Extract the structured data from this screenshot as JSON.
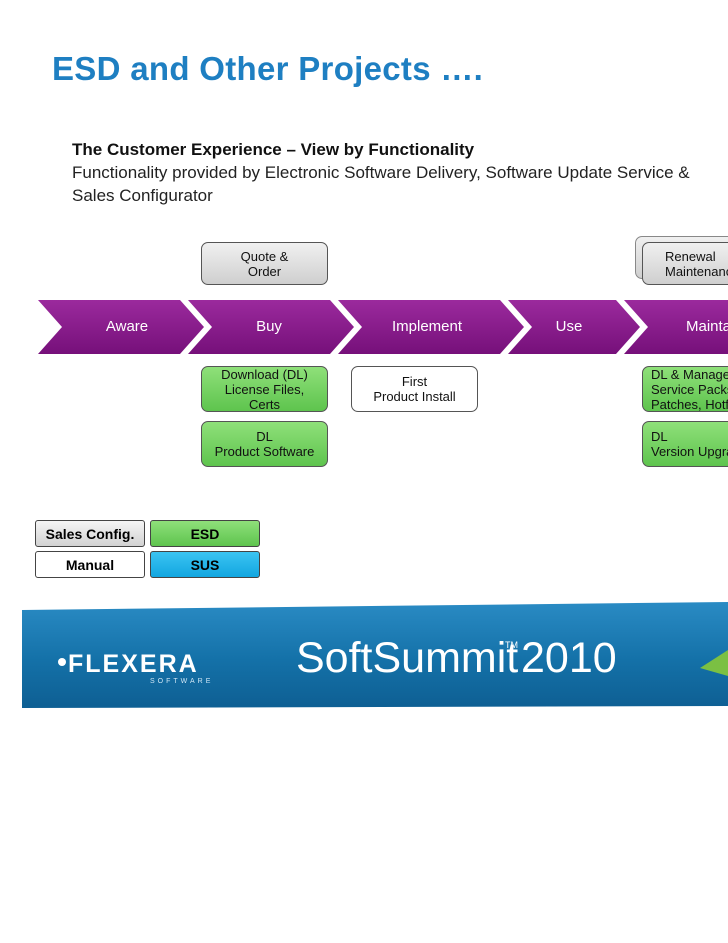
{
  "slide": {
    "title": "ESD and Other Projects ….",
    "heading": "The Customer Experience – View by Functionality",
    "line1": "Functionality provided by Electronic Software Delivery, Software Update Service &",
    "line2": "Sales Configurator"
  },
  "top_boxes": {
    "quote_order": "Quote &\nOrder",
    "renewal": "Renewal\nMaintenance"
  },
  "stages": [
    "Aware",
    "Buy",
    "Implement",
    "Use",
    "Maintain"
  ],
  "bottom_boxes": {
    "download_license": "Download (DL)\nLicense Files,\nCerts",
    "first_install": "First\nProduct Install",
    "dl_service": "DL & Manage\nService Packs,\nPatches, Hotfixes",
    "dl_product": "DL\nProduct Software",
    "dl_version": "DL\nVersion Upgrades"
  },
  "legend": {
    "sales_config": "Sales Config.",
    "esd": "ESD",
    "manual": "Manual",
    "sus": "SUS"
  },
  "footer": {
    "logo": "FLEXERA",
    "logo_sub": "SOFTWARE",
    "event": "SoftSummit",
    "tm": "TM",
    "year": "2010"
  },
  "colors": {
    "title": "#1e7fc2",
    "stage": "#8a1a8c",
    "green": "#6dcc5b",
    "blue": "#12a6e0",
    "gray": "#d8d8d8",
    "footer_blue": "#1572a8"
  }
}
